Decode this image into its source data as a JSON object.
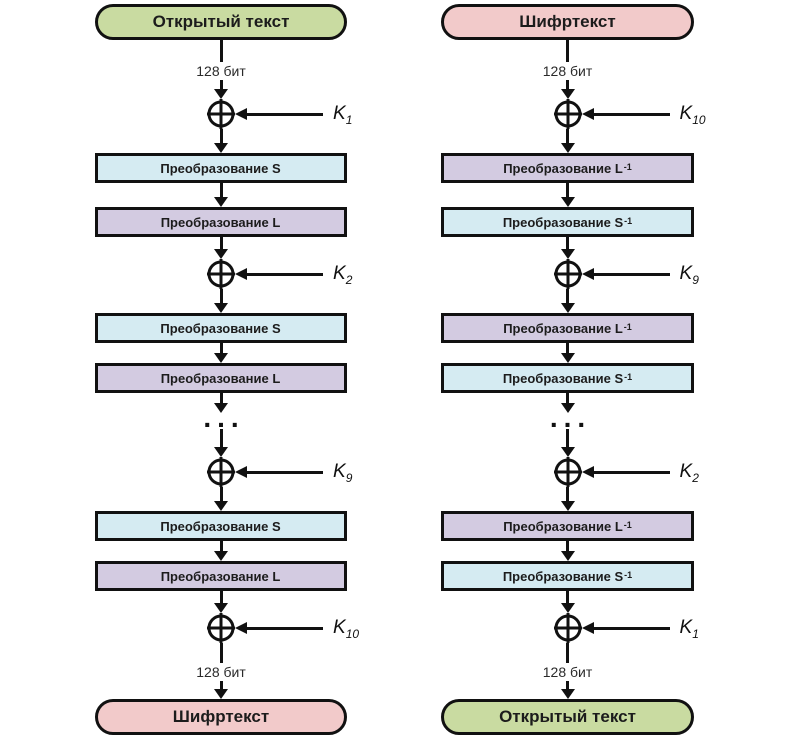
{
  "diagram": {
    "type": "cipher-flow-diagram",
    "colors": {
      "plaintext_terminal": "#c9dba1",
      "ciphertext_terminal": "#f2caca",
      "s_transform_box": "#d5ebf2",
      "l_transform_box": "#d3cbe1",
      "line": "#111111",
      "background": "#ffffff"
    },
    "columns": [
      {
        "name": "encryption",
        "source_label": "Открытый текст",
        "dest_label": "Шифртекст",
        "bit_top": "128 бит",
        "bit_bottom": "128 бит",
        "dots": "...",
        "keys": [
          {
            "base": "K",
            "sub": "1"
          },
          {
            "base": "K",
            "sub": "2"
          },
          {
            "base": "K",
            "sub": "9"
          },
          {
            "base": "K",
            "sub": "10"
          }
        ],
        "boxes": [
          {
            "label": "Преобразование S",
            "sup": ""
          },
          {
            "label": "Преобразование L",
            "sup": ""
          },
          {
            "label": "Преобразование S",
            "sup": ""
          },
          {
            "label": "Преобразование L",
            "sup": ""
          },
          {
            "label": "Преобразование S",
            "sup": ""
          },
          {
            "label": "Преобразование L",
            "sup": ""
          }
        ]
      },
      {
        "name": "decryption",
        "source_label": "Шифртекст",
        "dest_label": "Открытый текст",
        "bit_top": "128 бит",
        "bit_bottom": "128 бит",
        "dots": "...",
        "keys": [
          {
            "base": "K",
            "sub": "10"
          },
          {
            "base": "K",
            "sub": "9"
          },
          {
            "base": "K",
            "sub": "2"
          },
          {
            "base": "K",
            "sub": "1"
          }
        ],
        "boxes": [
          {
            "label": "Преобразование L",
            "sup": "-1"
          },
          {
            "label": "Преобразование S",
            "sup": "-1"
          },
          {
            "label": "Преобразование L",
            "sup": "-1"
          },
          {
            "label": "Преобразование S",
            "sup": "-1"
          },
          {
            "label": "Преобразование L",
            "sup": "-1"
          },
          {
            "label": "Преобразование S",
            "sup": "-1"
          }
        ]
      }
    ]
  }
}
